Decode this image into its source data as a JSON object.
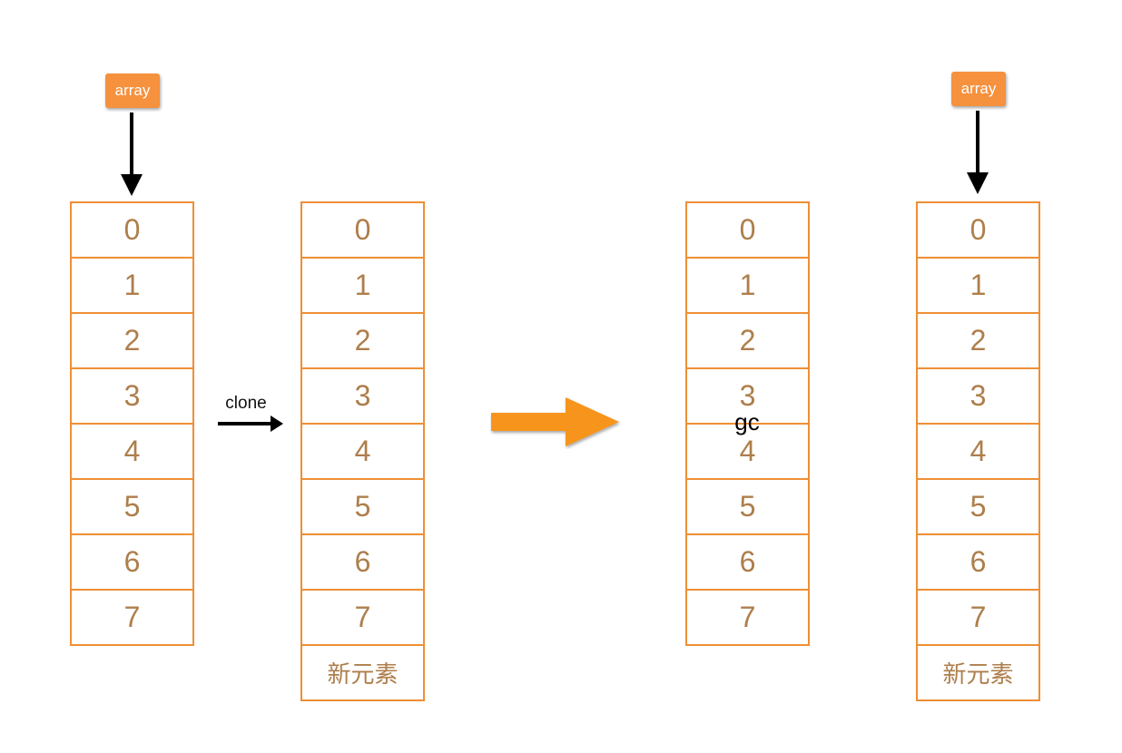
{
  "colors": {
    "border-orange": "#EE8F35",
    "label-orange": "#F6913E",
    "arrow-orange": "#F7941E",
    "cell-text": "#AE7E4B"
  },
  "pointers": [
    {
      "label": "array"
    },
    {
      "label": "array"
    }
  ],
  "clone_label": "clone",
  "gc_label": "gc",
  "arrays": [
    {
      "id": "original",
      "cells": [
        "0",
        "1",
        "2",
        "3",
        "4",
        "5",
        "6",
        "7"
      ]
    },
    {
      "id": "clone-copy",
      "cells": [
        "0",
        "1",
        "2",
        "3",
        "4",
        "5",
        "6",
        "7",
        "新元素"
      ]
    },
    {
      "id": "gc-old-array",
      "cells": [
        "0",
        "1",
        "2",
        "3",
        "4",
        "5",
        "6",
        "7"
      ]
    },
    {
      "id": "result-array",
      "cells": [
        "0",
        "1",
        "2",
        "3",
        "4",
        "5",
        "6",
        "7",
        "新元素"
      ]
    }
  ]
}
